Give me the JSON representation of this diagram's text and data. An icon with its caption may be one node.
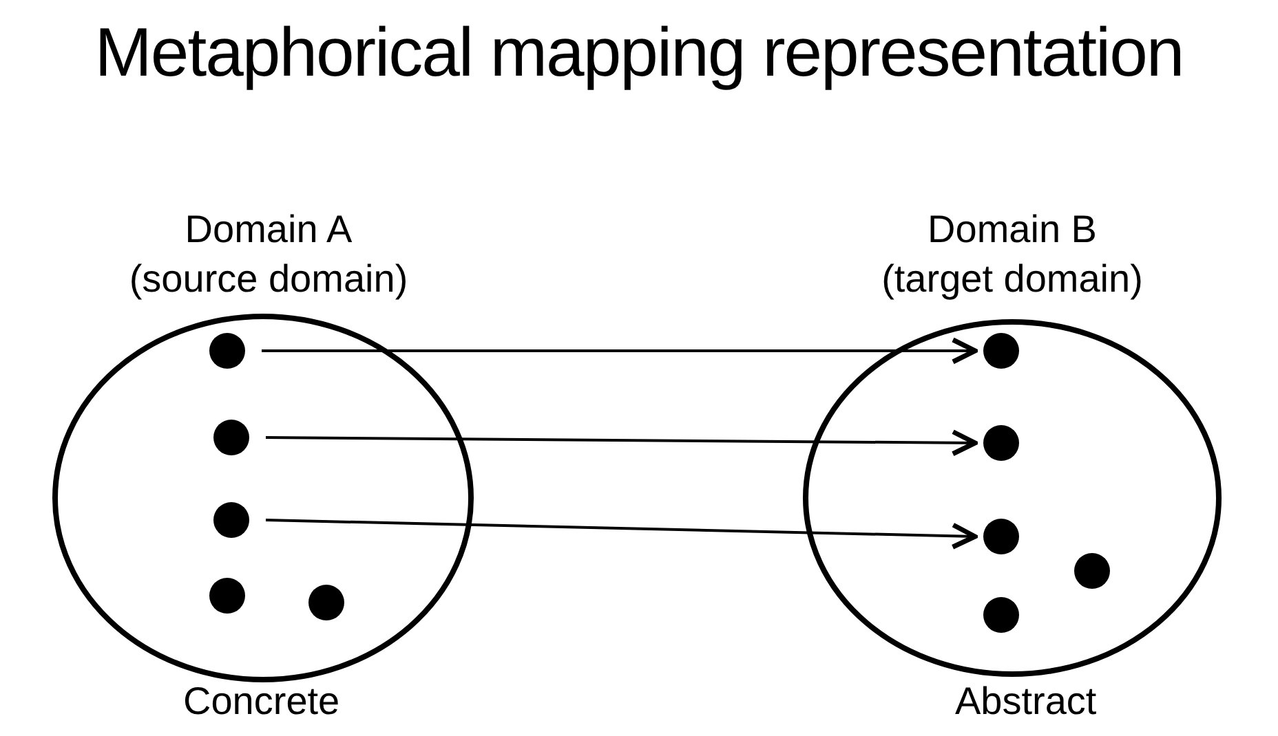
{
  "diagram": {
    "title": "Metaphorical mapping representation",
    "nodes": [
      {
        "text": [
          "Domain A",
          "(source domain)"
        ],
        "beside": [
          "Concrete"
        ]
      },
      {
        "text": [],
        "shape": "circle",
        "in": 0
      },
      {
        "text": [],
        "shape": "circle",
        "in": 0
      },
      {
        "text": [],
        "shape": "circle",
        "in": 0
      },
      {
        "text": [],
        "shape": "circle",
        "in": 0
      },
      {
        "text": [],
        "shape": "circle",
        "in": 0
      },
      {
        "text": [
          "Domain B",
          "(target domain)"
        ],
        "beside": [
          "Abstract"
        ]
      },
      {
        "text": [],
        "shape": "circle",
        "in": 6
      },
      {
        "text": [],
        "shape": "circle",
        "in": 6
      },
      {
        "text": [],
        "shape": "circle",
        "in": 6
      },
      {
        "text": [],
        "shape": "circle",
        "in": 6
      },
      {
        "text": [],
        "shape": "circle",
        "in": 6
      }
    ],
    "edges": [
      {
        "from": 1,
        "to": 7,
        "arrow": "to"
      },
      {
        "from": 2,
        "to": 8,
        "arrow": "to"
      },
      {
        "from": 3,
        "to": 9,
        "arrow": "to"
      }
    ]
  }
}
